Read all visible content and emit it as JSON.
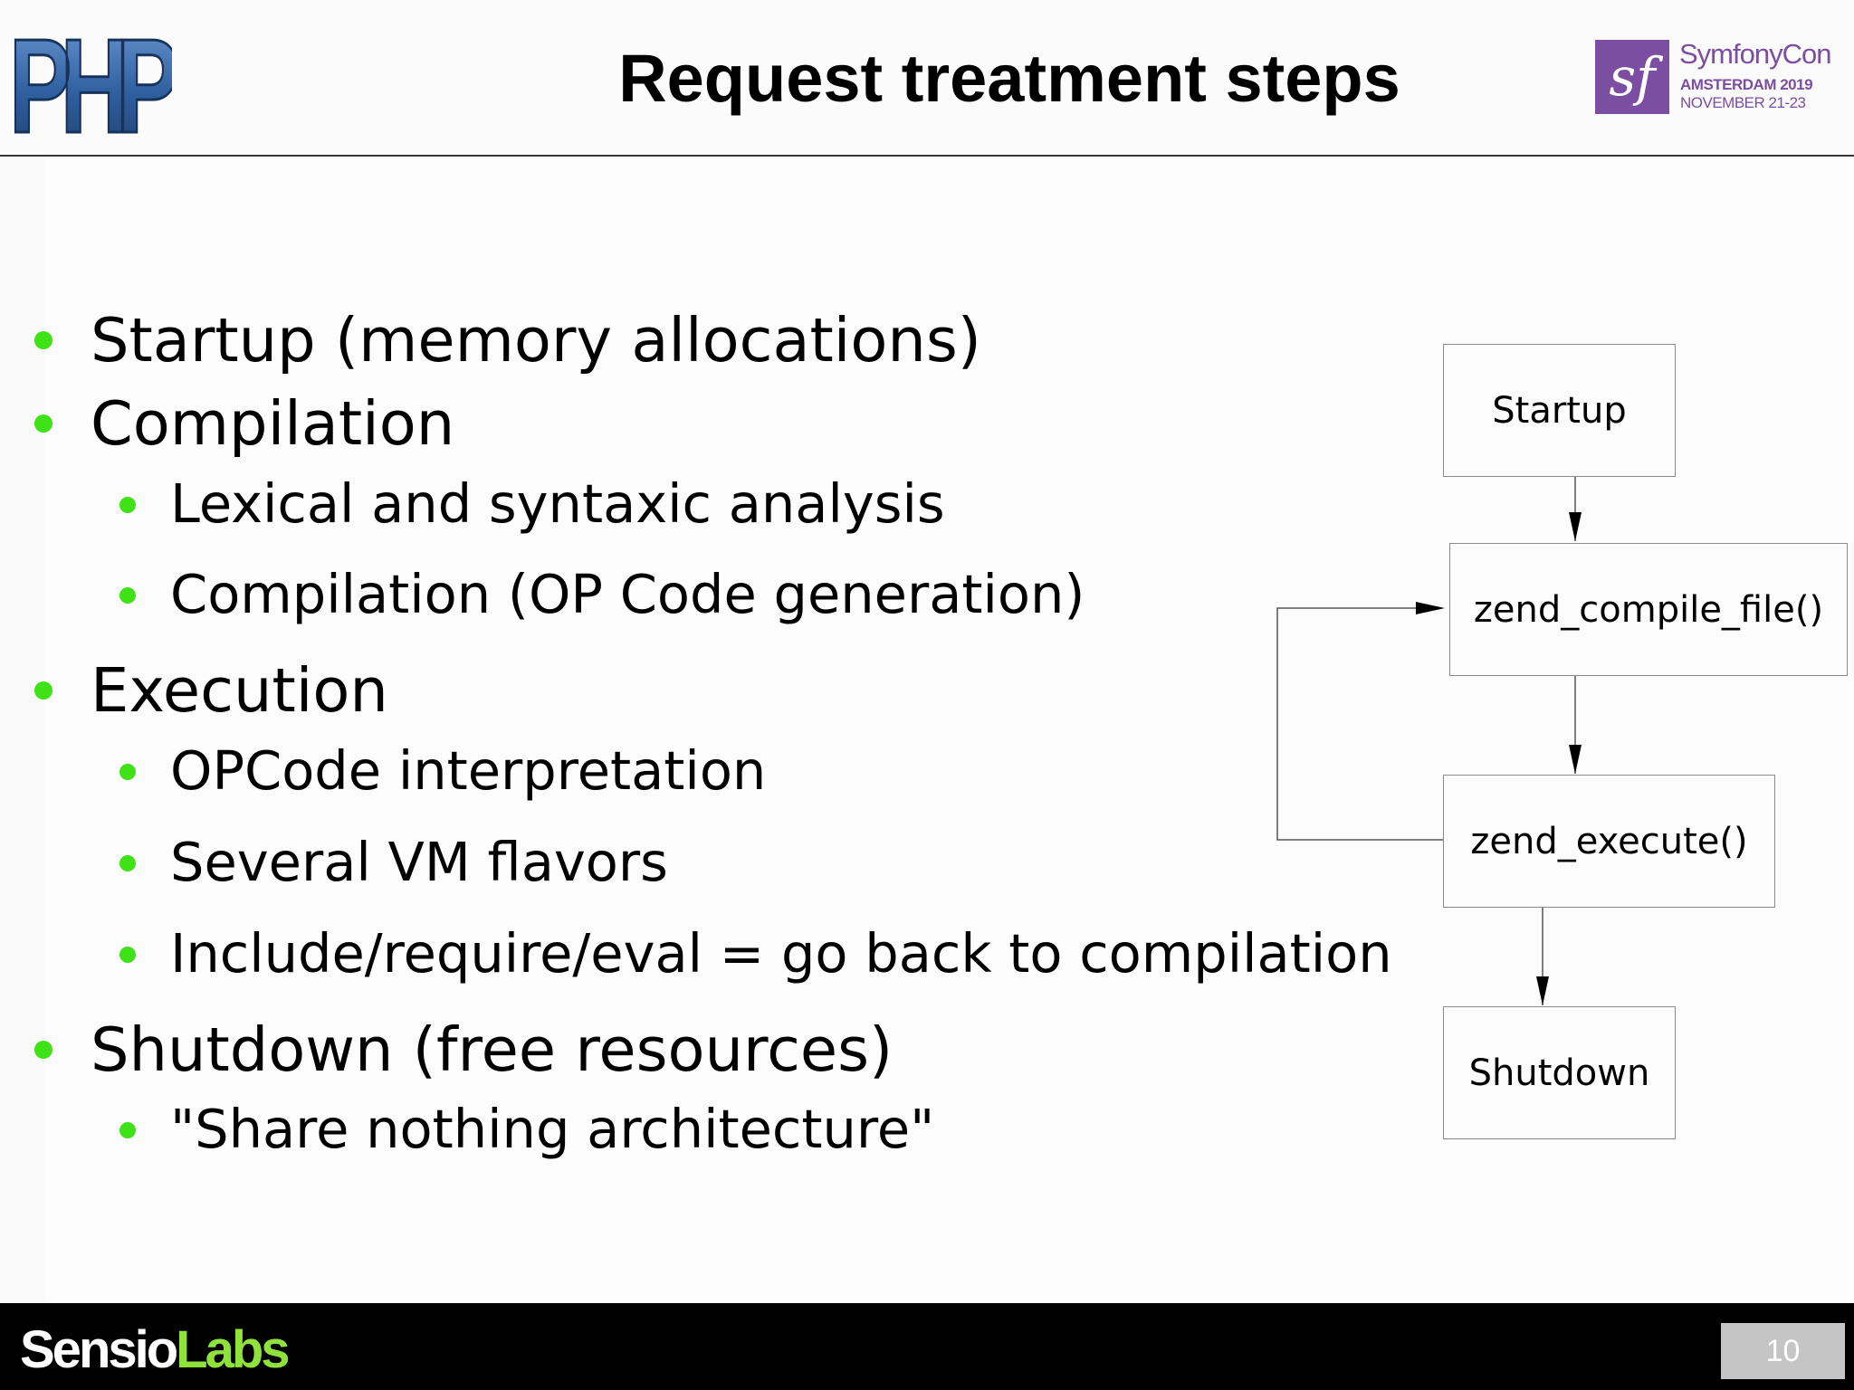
{
  "header": {
    "title": "Request treatment steps",
    "logos": {
      "php": "PHP",
      "symfonycon": {
        "badge": "sf",
        "name": "SymfonyCon",
        "city": "AMSTERDAM 2019",
        "dates": "NOVEMBER 21-23"
      }
    }
  },
  "bullets": [
    {
      "text": "Startup (memory allocations)",
      "level": 1
    },
    {
      "text": "Compilation",
      "level": 1
    },
    {
      "text": "Lexical and syntaxic analysis",
      "level": 2
    },
    {
      "text": "Compilation (OP Code generation)",
      "level": 2
    },
    {
      "text": "Execution",
      "level": 1
    },
    {
      "text": "OPCode interpretation",
      "level": 2
    },
    {
      "text": "Several VM flavors",
      "level": 2
    },
    {
      "text": "Include/require/eval = go back to compilation",
      "level": 2
    },
    {
      "text": "Shutdown (free resources)",
      "level": 1
    },
    {
      "text": "\"Share nothing architecture\"",
      "level": 2
    }
  ],
  "diagram": {
    "nodes": [
      "Startup",
      "zend_compile_file()",
      "zend_execute()",
      "Shutdown"
    ]
  },
  "footer": {
    "brand_part1": "Sensio",
    "brand_part2": "Labs",
    "page_number": "10"
  },
  "colors": {
    "bullet": "#3fe216",
    "symfony_purple": "#7c4ea1",
    "brand_green": "#8fe23a"
  }
}
